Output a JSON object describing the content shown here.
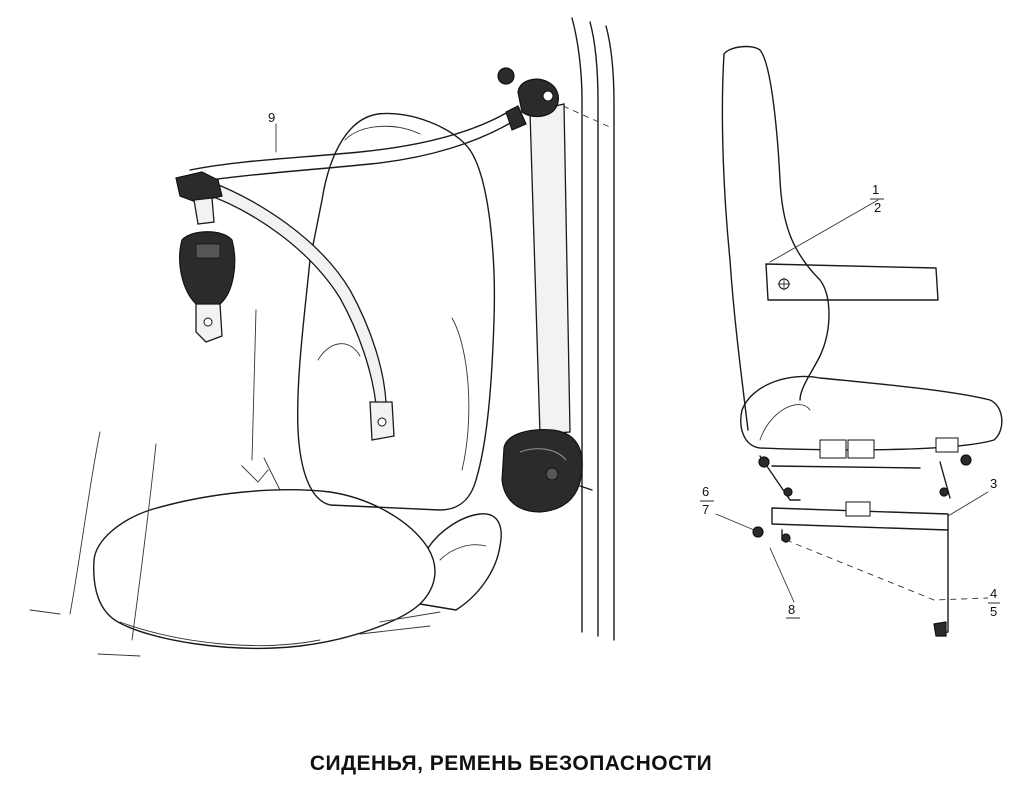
{
  "caption": "СИДЕНЬЯ, РЕМЕНЬ БЕЗОПАСНОСТИ",
  "callouts": {
    "c1": "1",
    "c2": "2",
    "c3": "3",
    "c4": "4",
    "c5": "5",
    "c6": "6",
    "c7": "7",
    "c8": "8",
    "c9": "9"
  }
}
